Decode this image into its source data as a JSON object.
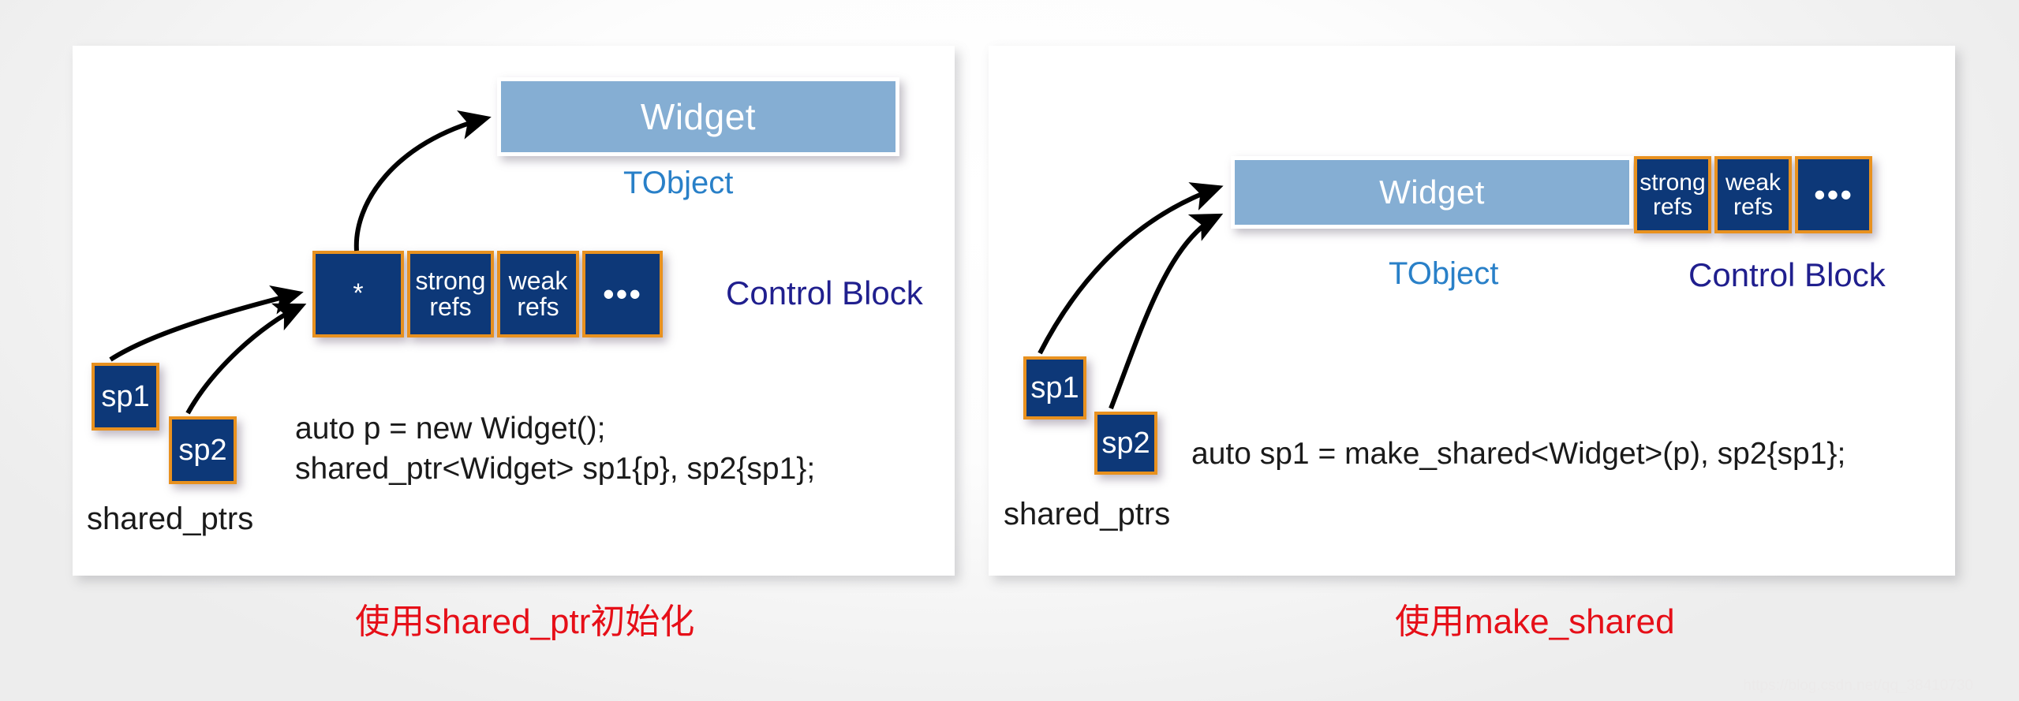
{
  "background": {
    "watermark": "https://blog.csdn.net/qq_38410730"
  },
  "colors": {
    "object_box": "#85aed3",
    "cell_fill": "#0d3878",
    "cell_border": "#e8911f",
    "tobject_label": "#2980c8",
    "control_block_label": "#201f8e",
    "caption_red": "#e60f18",
    "arrow": "#000000",
    "panel_bg": "#ffffff"
  },
  "panels": [
    {
      "id": "left",
      "caption": "使用shared_ptr初始化",
      "object": {
        "box_label": "Widget",
        "type_label": "TObject"
      },
      "control_block": {
        "label": "Control Block",
        "cells": [
          {
            "text": "*",
            "kind": "pointer"
          },
          {
            "text": "strong\nrefs",
            "kind": "strong-refs"
          },
          {
            "text": "weak\nrefs",
            "kind": "weak-refs"
          },
          {
            "text": "•••",
            "kind": "ellipsis"
          }
        ]
      },
      "shared_ptrs": {
        "group_label": "shared_ptrs",
        "boxes": [
          "sp1",
          "sp2"
        ]
      },
      "code": "auto p = new Widget();\nshared_ptr<Widget> sp1{p}, sp2{sp1};"
    },
    {
      "id": "right",
      "caption": "使用make_shared",
      "object": {
        "box_label": "Widget",
        "type_label": "TObject"
      },
      "control_block": {
        "label": "Control Block",
        "cells": [
          {
            "text": "strong\nrefs",
            "kind": "strong-refs"
          },
          {
            "text": "weak\nrefs",
            "kind": "weak-refs"
          },
          {
            "text": "•••",
            "kind": "ellipsis"
          }
        ]
      },
      "shared_ptrs": {
        "group_label": "shared_ptrs",
        "boxes": [
          "sp1",
          "sp2"
        ]
      },
      "code": "auto sp1 = make_shared<Widget>(p), sp2{sp1};"
    }
  ],
  "arrows": [
    {
      "name": "left-ptr-to-widget",
      "from": "control-block-pointer-cell",
      "to": "widget-box"
    },
    {
      "name": "left-sp1-to-control-block",
      "from": "sp1",
      "to": "control-block"
    },
    {
      "name": "left-sp2-to-control-block",
      "from": "sp2",
      "to": "control-block"
    },
    {
      "name": "right-sp1-to-widget",
      "from": "sp1",
      "to": "widget-box"
    },
    {
      "name": "right-sp2-to-widget",
      "from": "sp2",
      "to": "widget-box"
    }
  ]
}
